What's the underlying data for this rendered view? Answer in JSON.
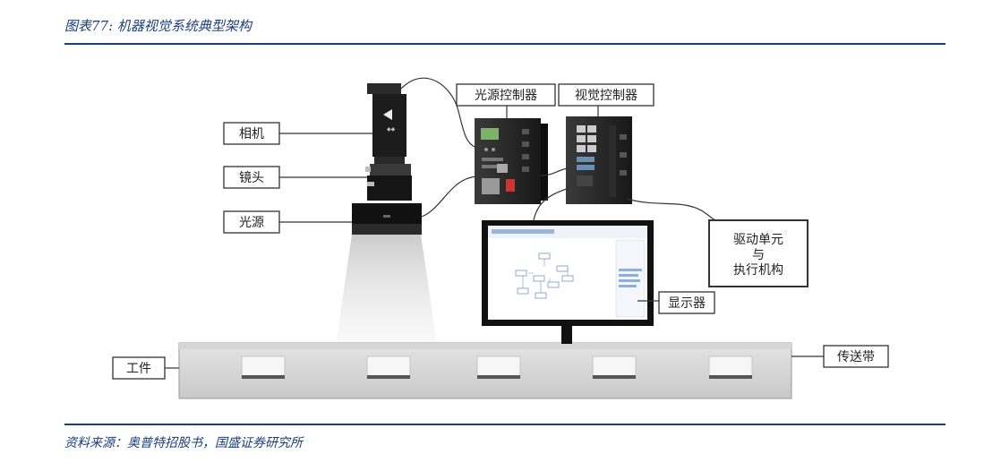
{
  "caption": {
    "title": "图表77: 机器视觉系统典型架构",
    "source": "资料来源：奥普特招股书，国盛证券研究所"
  },
  "diagram": {
    "labels": {
      "camera": "相机",
      "lens": "镜头",
      "light_source": "光源",
      "light_controller": "光源控制器",
      "vision_controller": "视觉控制器",
      "drive_line1": "驱动单元",
      "drive_line2": "与",
      "drive_line3": "执行机构",
      "display": "显示器",
      "conveyor": "传送带",
      "workpiece": "工件"
    }
  }
}
